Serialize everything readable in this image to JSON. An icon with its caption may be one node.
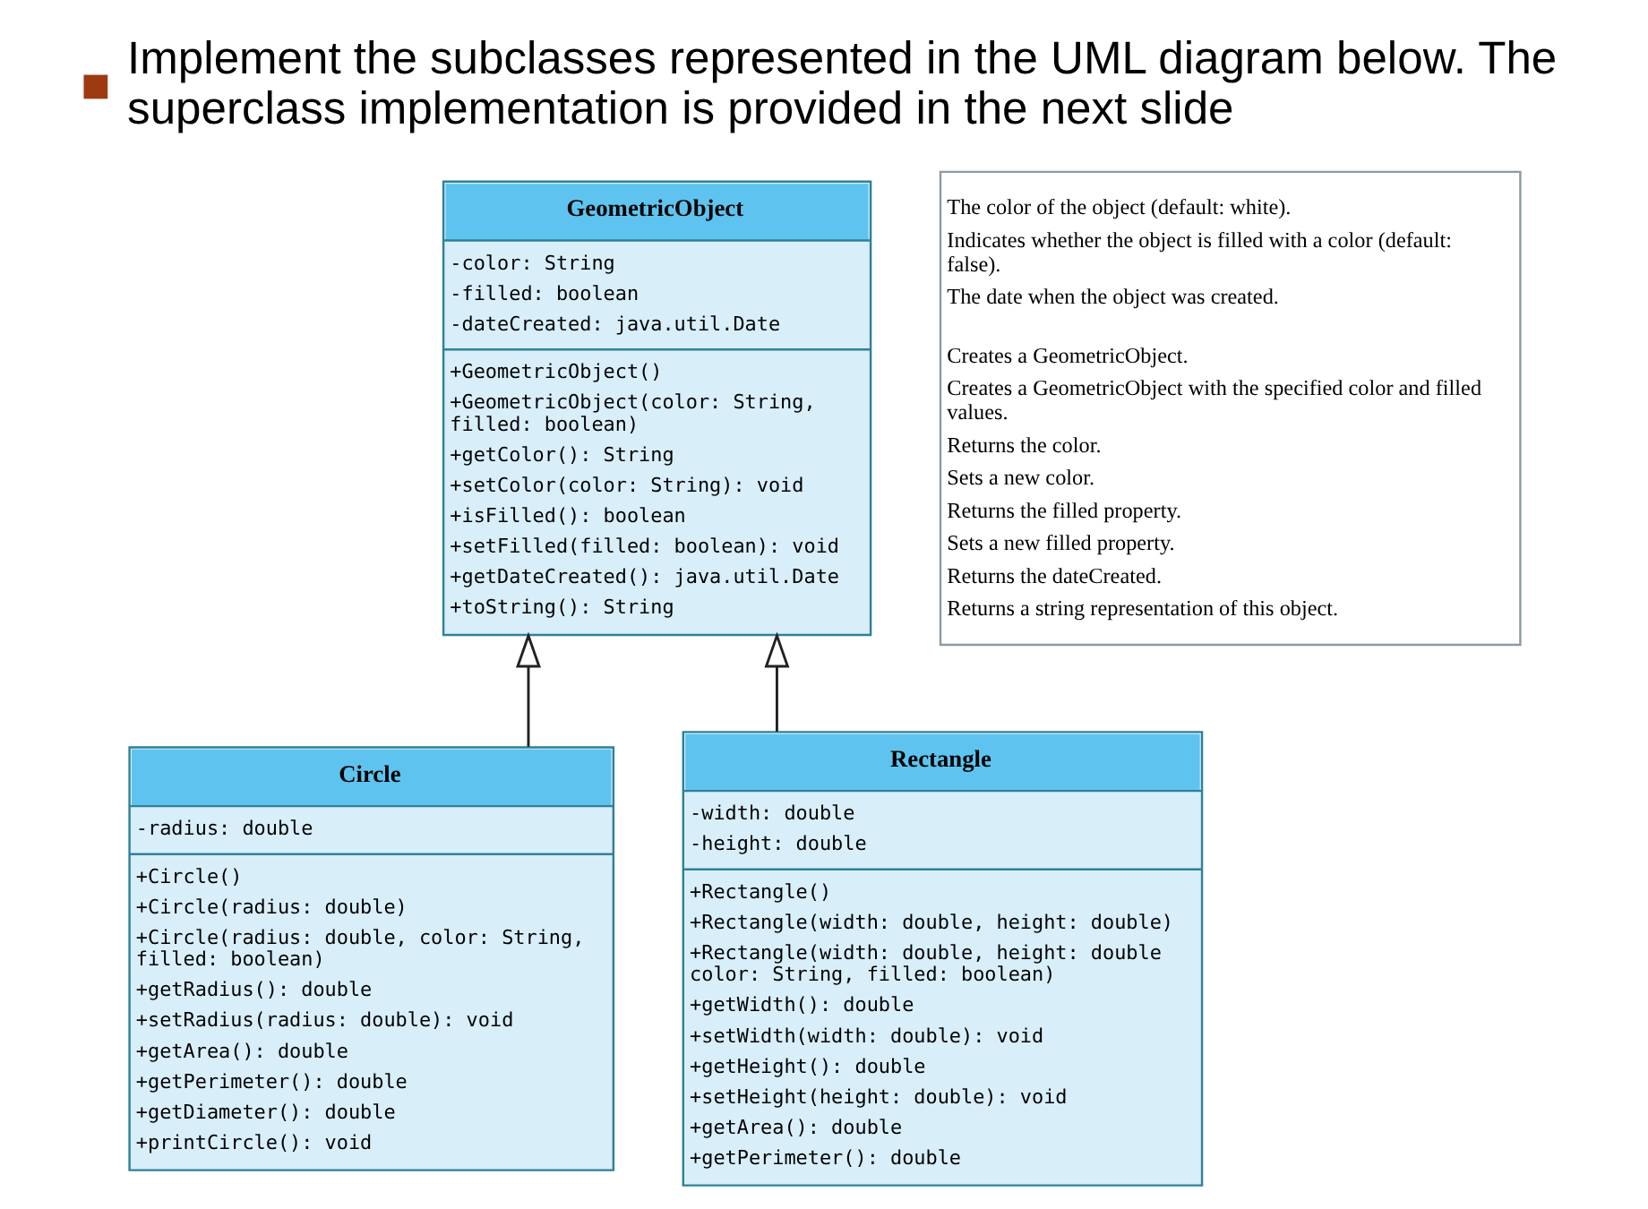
{
  "diagram": {
    "title": "Implement the subclasses represented in the UML diagram below. The superclass implementation is provided in the next slide",
    "nodes": [
      {
        "text": [
          "GeometricObject",
          "-color: String",
          "-filled: boolean",
          "-dateCreated: java.util.Date",
          "+GeometricObject()",
          "+GeometricObject(color: String, filled: boolean)",
          "+getColor(): String",
          "+setColor(color: String): void",
          "+isFilled(): boolean",
          "+setFilled(filled: boolean): void",
          "+getDateCreated(): java.util.Date",
          "+toString(): String"
        ]
      },
      {
        "text": [
          "The color of the object (default: white).",
          "Indicates whether the object is filled with a color (default: false).",
          "The date when the object was created.",
          "Creates a GeometricObject.",
          "Creates a GeometricObject with the specified color and filled values.",
          "Returns the color.",
          "Sets a new color.",
          "Returns the filled property.",
          "Sets a new filled property.",
          "Returns the dateCreated.",
          "Returns a string representation of this object."
        ]
      },
      {
        "text": [
          "Circle",
          "-radius: double",
          "+Circle()",
          "+Circle(radius: double)",
          "+Circle(radius: double, color: String, filled: boolean)",
          "+getRadius(): double",
          "+setRadius(radius: double): void",
          "+getArea(): double",
          "+getPerimeter(): double",
          "+getDiameter(): double",
          "+printCircle(): void"
        ]
      },
      {
        "text": [
          "Rectangle",
          "-width: double",
          "-height: double",
          "+Rectangle()",
          "+Rectangle(width: double, height: double)",
          "+Rectangle(width: double, height: double color: String, filled: boolean)",
          "+getWidth(): double",
          "+setWidth(width: double): void",
          "+getHeight(): double",
          "+setHeight(height: double): void",
          "+getArea(): double",
          "+getPerimeter(): double"
        ]
      }
    ],
    "edges": [
      {
        "from": 2,
        "to": 0,
        "arrow": "to"
      },
      {
        "from": 3,
        "to": 0,
        "arrow": "to"
      }
    ]
  }
}
